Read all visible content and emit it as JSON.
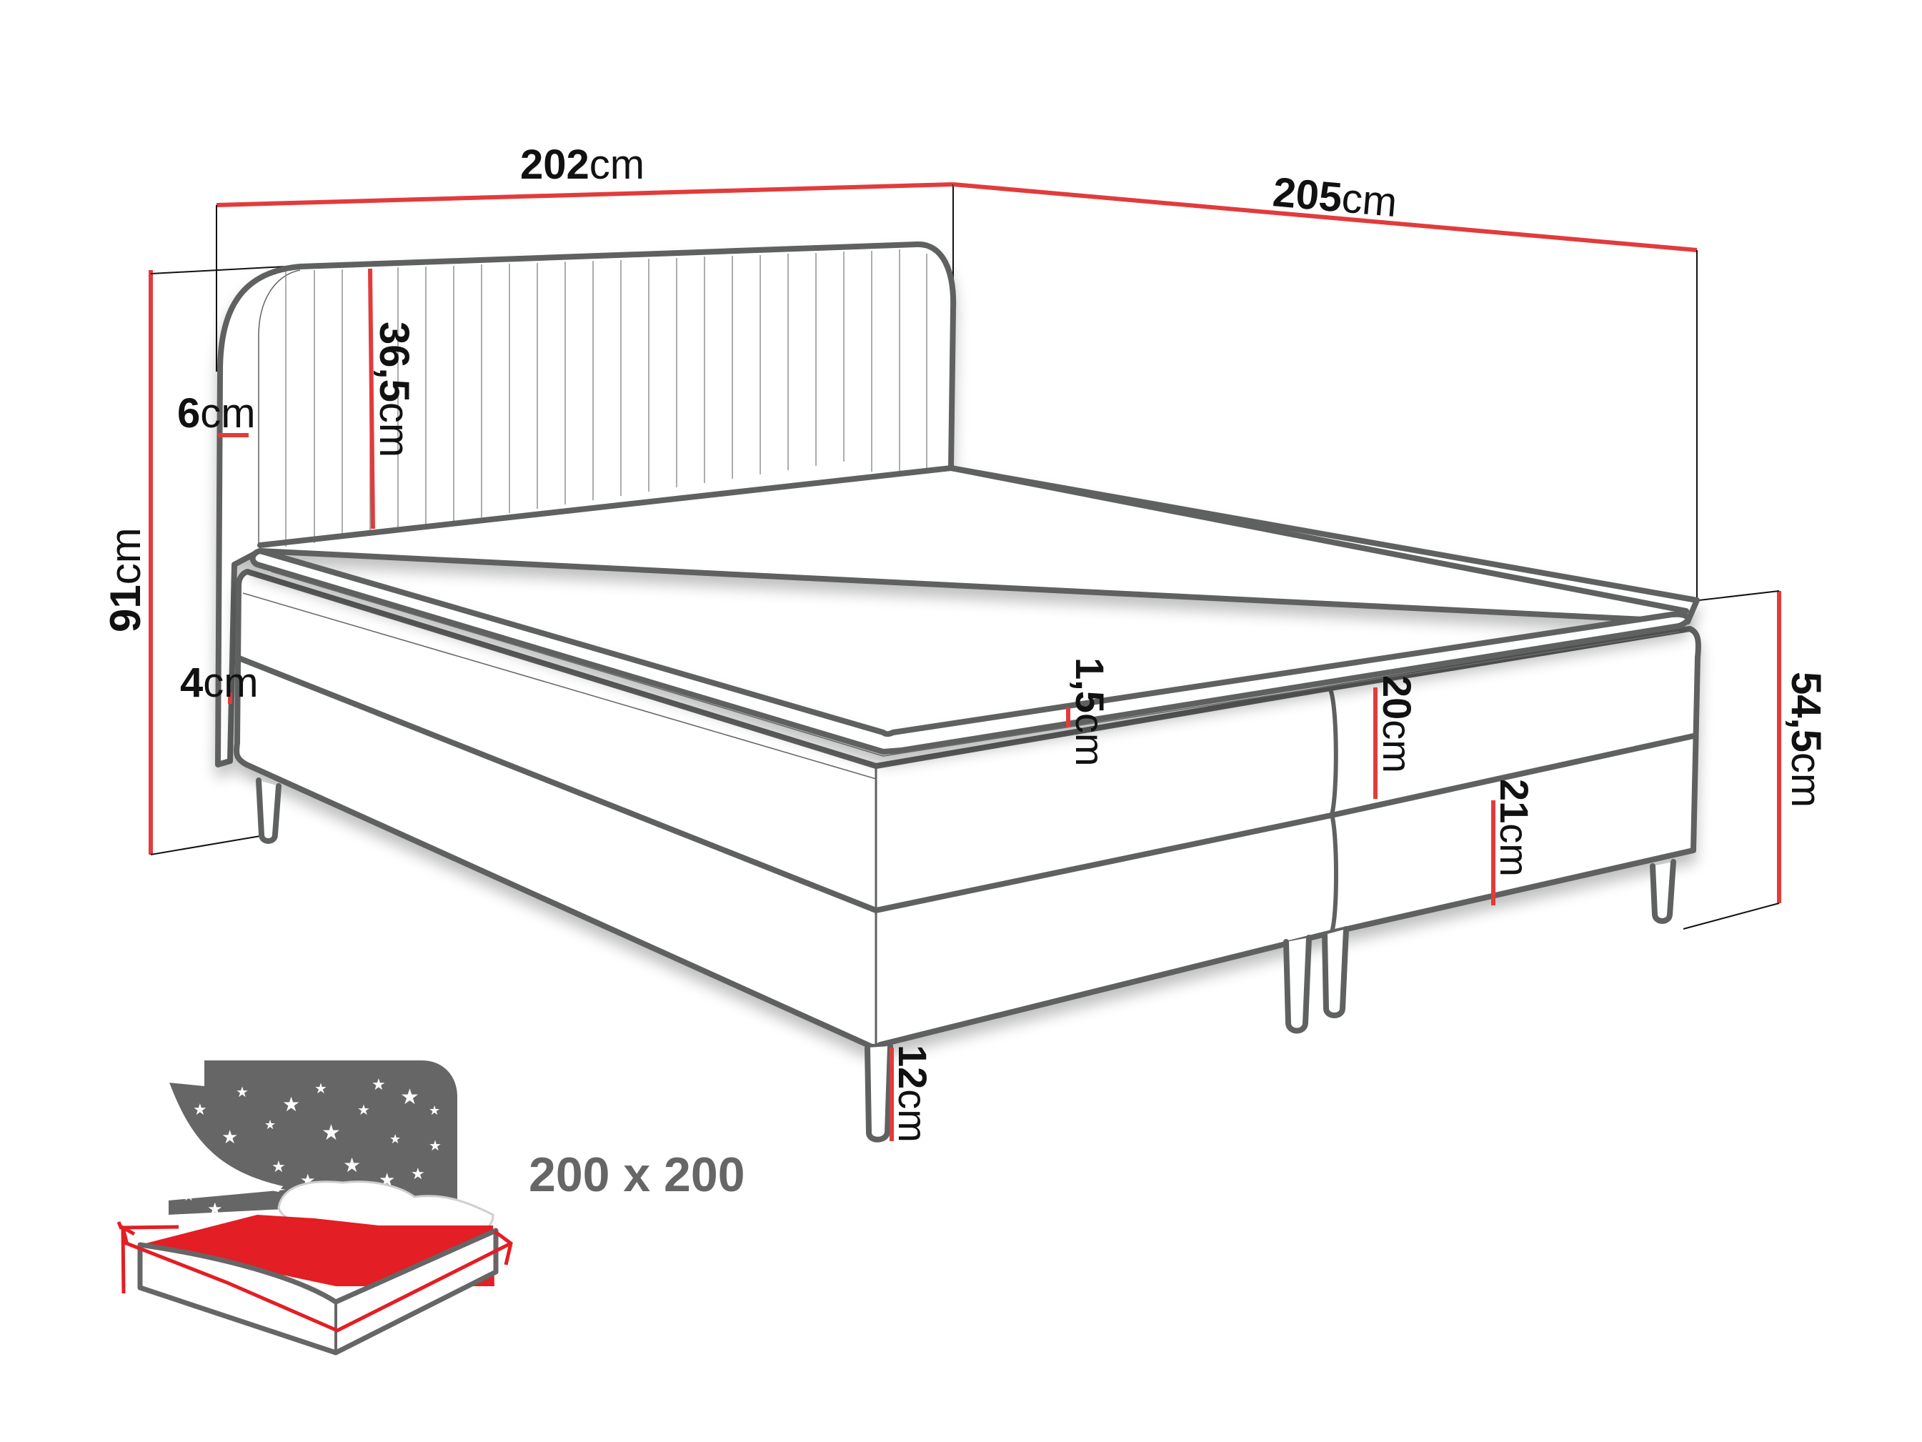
{
  "diagram": {
    "title": "Boxspring bed dimension drawing",
    "colors": {
      "outline": "#5f6161",
      "dimension_line": "#e23b3b",
      "label_text": "#111111",
      "icon_gray": "#666666",
      "icon_red": "#e31e24"
    },
    "dimensions": {
      "width": {
        "value": "202",
        "unit": "cm"
      },
      "length": {
        "value": "205",
        "unit": "cm"
      },
      "total_height": {
        "value": "91",
        "unit": "cm"
      },
      "headboard_height": {
        "value": "36,5",
        "unit": "cm"
      },
      "headboard_thickness": {
        "value": "6",
        "unit": "cm"
      },
      "side_thickness": {
        "value": "4",
        "unit": "cm"
      },
      "topper_height": {
        "value": "1,5",
        "unit": "cm"
      },
      "mattress_height": {
        "value": "20",
        "unit": "cm"
      },
      "box_height": {
        "value": "21",
        "unit": "cm"
      },
      "sleeping_height": {
        "value": "54,5",
        "unit": "cm"
      },
      "leg_height": {
        "value": "12",
        "unit": "cm"
      }
    },
    "mattress_icon": {
      "icon": "bed-night-icon",
      "size_label": "200 x 200"
    }
  }
}
